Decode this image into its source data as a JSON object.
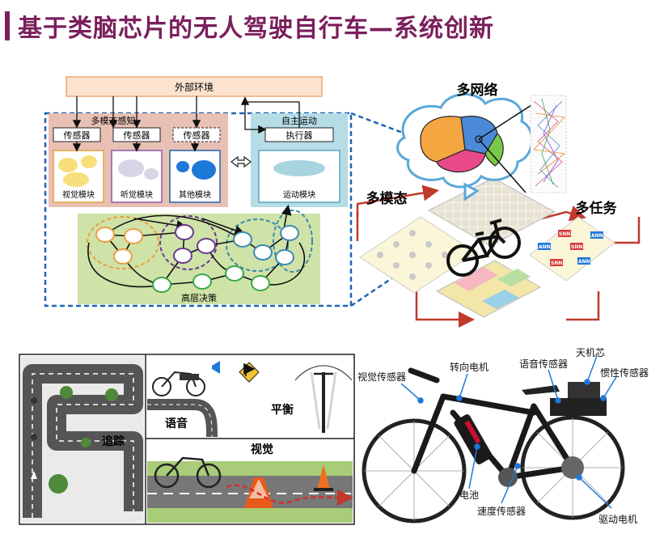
{
  "title": "基于类脑芯片的无人驾驶自行车—系统创新",
  "top_diagram": {
    "environment": "外部环境",
    "perception_group": "多模态感知",
    "motion_group": "自主运动",
    "sensor_1": "传感器",
    "sensor_2": "传感器",
    "sensor_3": "传感器",
    "actuator": "执行器",
    "module_visual": "视觉模块",
    "module_audio": "听觉模块",
    "module_other": "其他模块",
    "module_motion": "运动模块",
    "decision": "高层决策"
  },
  "concept": {
    "multi_network": "多网络",
    "multi_modal": "多模态",
    "multi_task": "多任务",
    "ann_label": "ANN",
    "snn_label": "SNN"
  },
  "tasks": {
    "tracking": "追踪",
    "voice": "语音",
    "balance": "平衡",
    "vision": "视觉"
  },
  "bike_labels": {
    "vision_sensor": "视觉传感器",
    "steering_motor": "转向电机",
    "voice_sensor": "语音传感器",
    "tianjic_chip": "天机芯",
    "inertial_sensor": "惯性传感器",
    "battery": "电池",
    "speed_sensor": "速度传感器",
    "drive_motor": "驱动电机"
  },
  "colors": {
    "title": "#7a1f5c",
    "perception_bg": "#e8c0b4",
    "motion_bg": "#b6dce6",
    "decision_bg": "#cfe2a8",
    "dashed_blue": "#1f64b4",
    "arrow_red": "#c0392b"
  }
}
